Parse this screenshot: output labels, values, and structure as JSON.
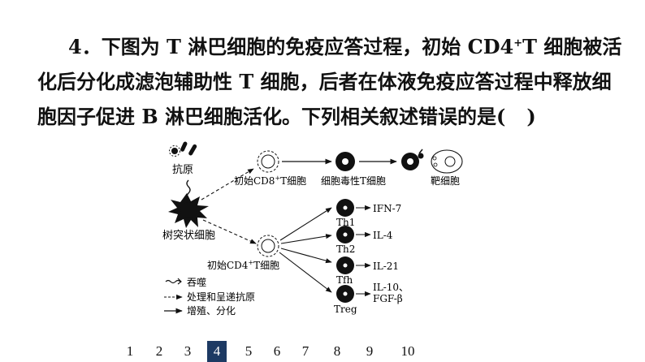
{
  "question": {
    "number": "4．",
    "text_1": "下图为 T 淋巴细胞的免疫应答过程，初始 CD4",
    "sup": "+",
    "text_2": "T 细胞被活化后分化成滤泡辅助性 T 细胞，后者在体液免疫应答过程中释放细胞因子促进 B 淋巴细胞活化。下列相关叙述错误的是(",
    "close": ")"
  },
  "diagram": {
    "antigen_label": "抗原",
    "dendritic_label": "树突状细胞",
    "cd8_label_a": "初始CD8",
    "cd8_label_b": "T细胞",
    "cytotoxic_label": "细胞毒性T细胞",
    "target_label": "靶细胞",
    "cd4_label_a": "初始CD4",
    "cd4_label_b": "T细胞",
    "sup_plus": "+",
    "th1": "Th1",
    "th2": "Th2",
    "tfh": "Tfh",
    "treg": "Treg",
    "ifn": "IFN-7",
    "il4": "IL-4",
    "il21": "IL-21",
    "il10": "IL-10、",
    "fgf": "FGF-β",
    "legend": {
      "phagocytosis": "吞噬",
      "process_present": "处理和呈递抗原",
      "proliferate": "增殖、分化"
    }
  },
  "pager": {
    "pages": [
      "1",
      "2",
      "3",
      "4",
      "5",
      "6",
      "7",
      "8",
      "9",
      "10"
    ],
    "active": "4"
  }
}
